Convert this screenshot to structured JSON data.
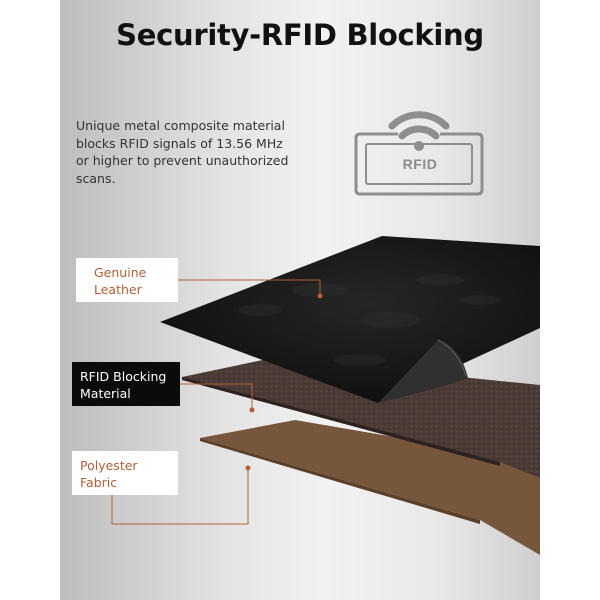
{
  "title": "Security-RFID Blocking",
  "description": {
    "line1": "Unique metal composite material",
    "line2": "blocks RFID signals of 13.56 MHz",
    "line3": "or higher to prevent unauthorized",
    "line4": "scans."
  },
  "badge": {
    "text": "RFID",
    "icon": "wifi-signal-icon",
    "color": "#8c8c8c"
  },
  "layers": {
    "leather": {
      "line1": "Genuine",
      "line2": "Leather"
    },
    "rfid": {
      "line1": "RFID Blocking",
      "line2": "Material"
    },
    "polyester": {
      "line1": "Polyester",
      "line2": "Fabric"
    }
  },
  "colors": {
    "accent": "#b25f38",
    "leather": "#141414",
    "rfid_layer": "#4a3a35",
    "polyester": "#7a5a3e"
  }
}
